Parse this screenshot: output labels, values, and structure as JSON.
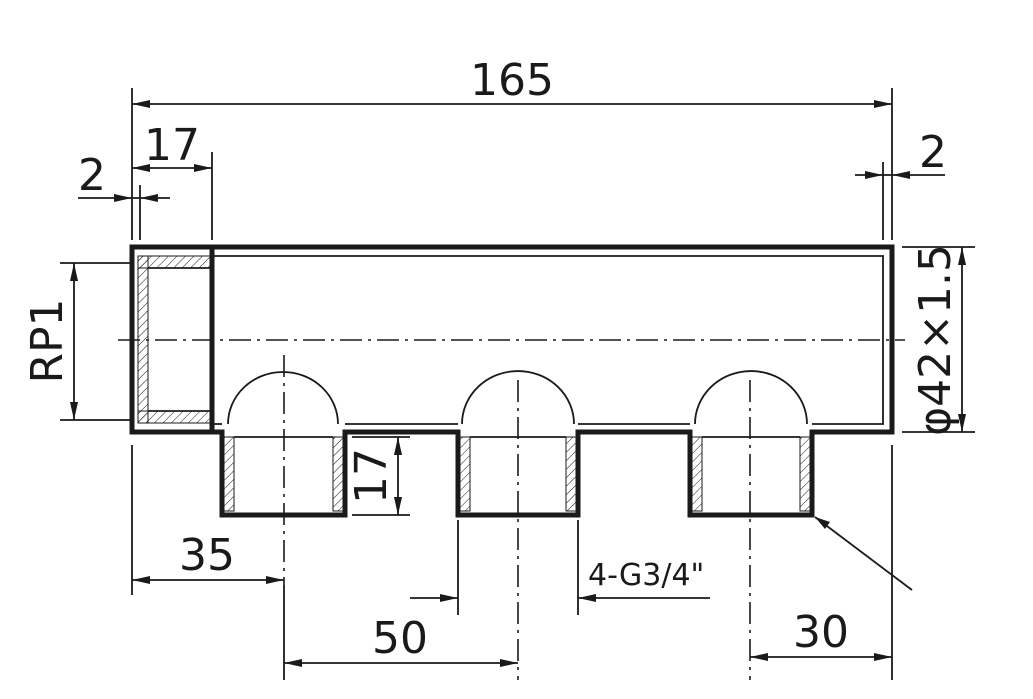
{
  "dimensions": {
    "overall_length": "165",
    "end_cap_left": "2",
    "end_cap_right": "2",
    "thread_depth": "17",
    "outlet_height": "17",
    "first_outlet_offset": "35",
    "outlet_pitch": "50",
    "last_outlet_offset": "30",
    "inlet_thread": "RP1",
    "tube_spec": "φ42×1.5",
    "outlet_spec": "4-G3/4\""
  }
}
